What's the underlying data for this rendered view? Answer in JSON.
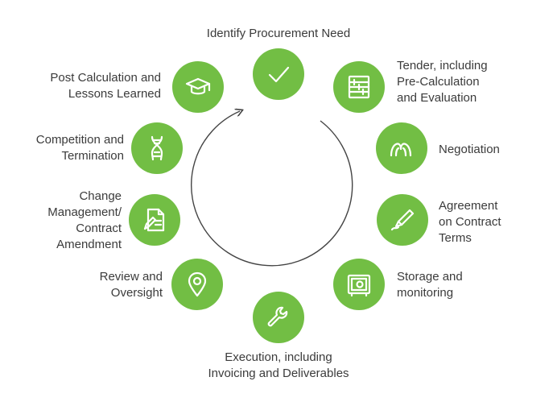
{
  "colors": {
    "node": "#72be44",
    "ring": "#444444",
    "text": "#3b3b3b"
  },
  "steps": [
    {
      "id": "identify",
      "icon": "check-icon",
      "lines": [
        "Identify Procurement Need"
      ]
    },
    {
      "id": "tender",
      "icon": "abacus-icon",
      "lines": [
        "Tender, including",
        "Pre-Calculation",
        "and Evaluation"
      ]
    },
    {
      "id": "negotiation",
      "icon": "negotiation-icon",
      "lines": [
        "Negotiation"
      ]
    },
    {
      "id": "agreement",
      "icon": "pen-icon",
      "lines": [
        "Agreement",
        "on Contract",
        "Terms"
      ]
    },
    {
      "id": "storage",
      "icon": "safe-icon",
      "lines": [
        "Storage and",
        "monitoring"
      ]
    },
    {
      "id": "execution",
      "icon": "wrench-icon",
      "lines": [
        "Execution, including",
        "Invoicing and Deliverables"
      ]
    },
    {
      "id": "review",
      "icon": "location-pin-icon",
      "lines": [
        "Review and",
        "Oversight"
      ]
    },
    {
      "id": "change",
      "icon": "document-edit-icon",
      "lines": [
        "Change",
        "Management/",
        "Contract",
        "Amendment"
      ]
    },
    {
      "id": "competition",
      "icon": "dna-icon",
      "lines": [
        "Competition and",
        "Termination"
      ]
    },
    {
      "id": "post",
      "icon": "graduation-cap-icon",
      "lines": [
        "Post Calculation and",
        "Lessons Learned"
      ]
    }
  ]
}
